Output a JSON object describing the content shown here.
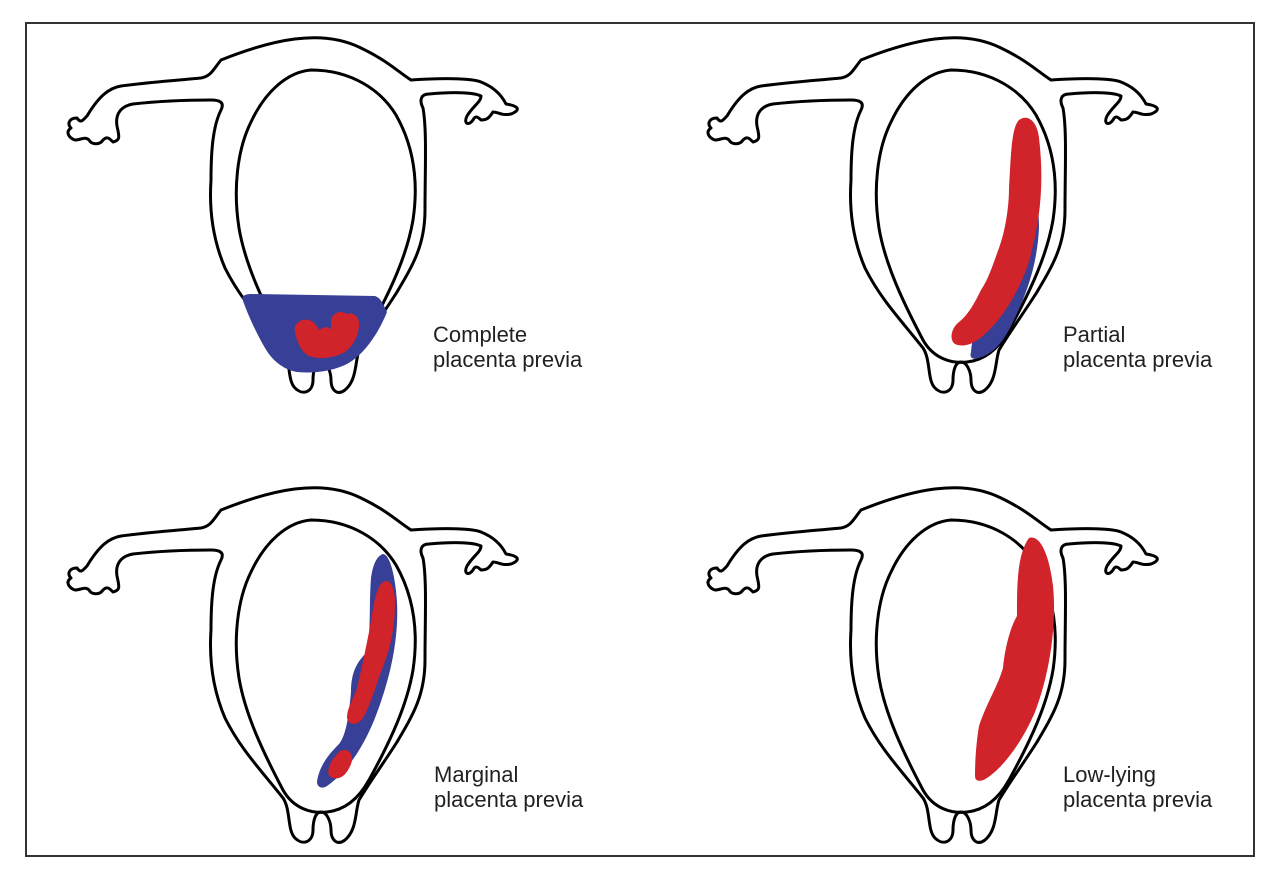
{
  "colors": {
    "placenta_blue": "#373f96",
    "placenta_red": "#d0232a",
    "outline": "#000000",
    "frame": "#333333"
  },
  "panels": [
    {
      "id": "complete",
      "line1": "Complete",
      "line2": "placenta previa"
    },
    {
      "id": "partial",
      "line1": "Partial",
      "line2": "placenta previa"
    },
    {
      "id": "marginal",
      "line1": "Marginal",
      "line2": "placenta previa"
    },
    {
      "id": "low-lying",
      "line1": "Low-lying",
      "line2": "placenta previa"
    }
  ]
}
